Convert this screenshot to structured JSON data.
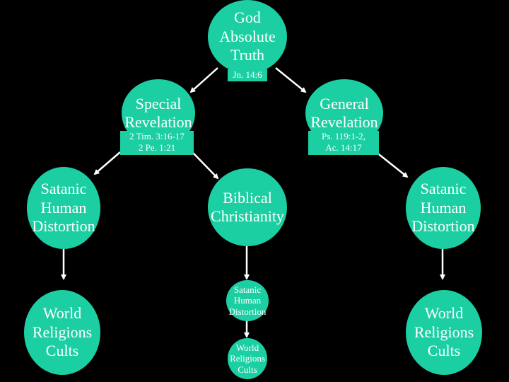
{
  "colors": {
    "background": "#000000",
    "node_fill": "#1ccfa3",
    "text": "#ffffff",
    "arrow": "#ffffff"
  },
  "nodes": {
    "god": "God\nAbsolute\nTruth",
    "special": "Special\nRevelation",
    "general": "General\nRevelation",
    "satanic_left": "Satanic\nHuman\nDistortion",
    "biblical": "Biblical\nChristianity",
    "satanic_right": "Satanic\nHuman\nDistortion",
    "world_left": "World\nReligions\nCults",
    "satanic_center": "Satanic\nHuman\nDistortion",
    "world_right": "World\nReligions\nCults",
    "world_center": "World\nReligions\nCults"
  },
  "references": {
    "god": "Jn. 14:6",
    "special": "2 Tim. 3:16-17\n2 Pe. 1:21",
    "general": "Ps. 119:1-2,\nAc. 14:17"
  }
}
